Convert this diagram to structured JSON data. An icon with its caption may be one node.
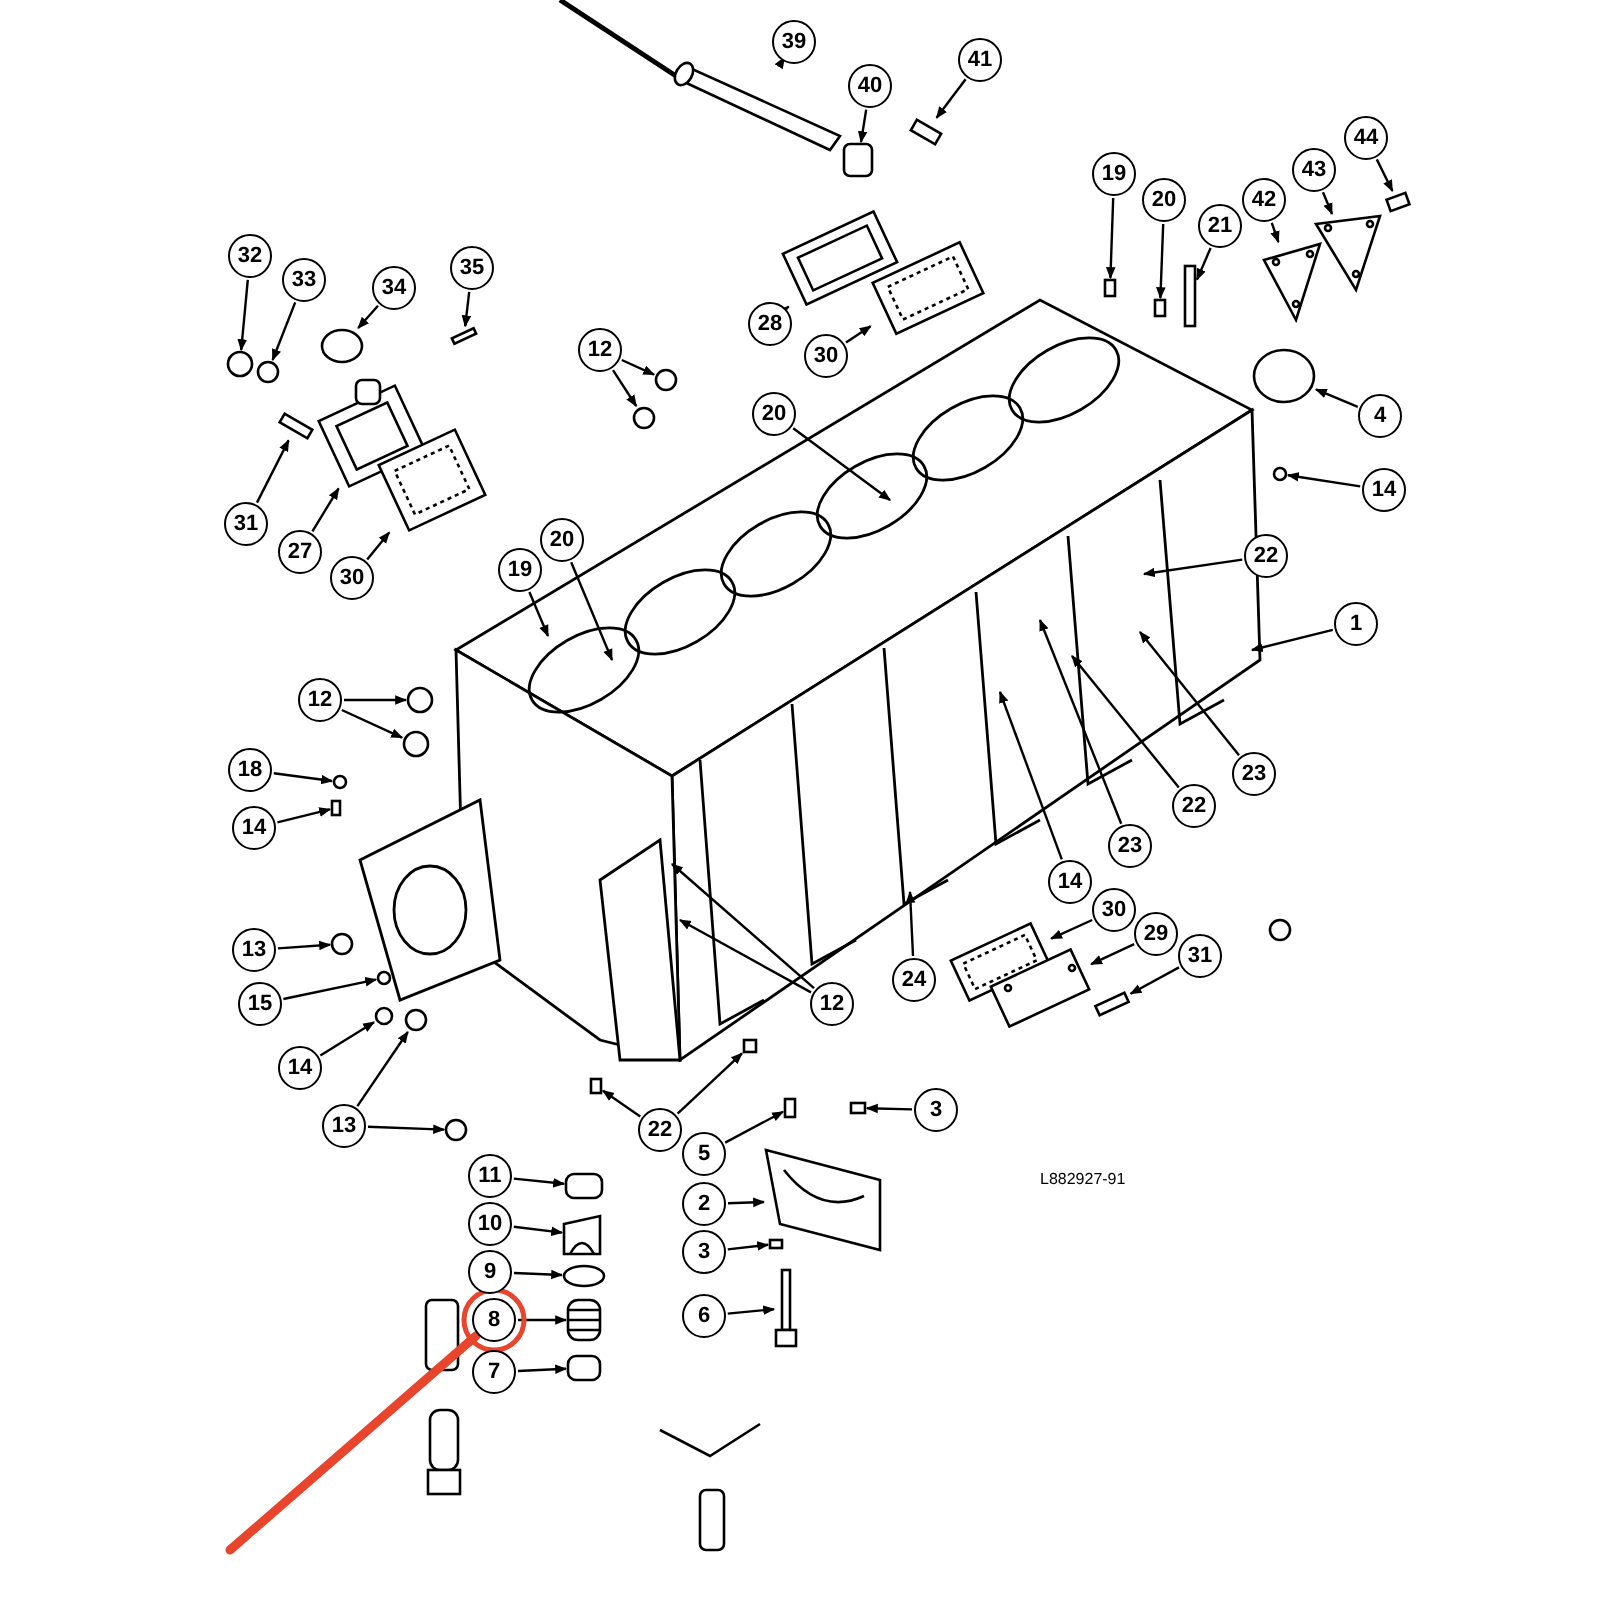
{
  "diagram": {
    "nodes": [
      {
        "text": [
          "39"
        ]
      },
      {
        "text": [
          "40"
        ]
      },
      {
        "text": [
          "41"
        ]
      },
      {
        "text": [
          "19"
        ]
      },
      {
        "text": [
          "20"
        ]
      },
      {
        "text": [
          "21"
        ]
      },
      {
        "text": [
          "42"
        ]
      },
      {
        "text": [
          "43"
        ]
      },
      {
        "text": [
          "44"
        ]
      },
      {
        "text": [
          "32"
        ]
      },
      {
        "text": [
          "33"
        ]
      },
      {
        "text": [
          "34"
        ]
      },
      {
        "text": [
          "35"
        ]
      },
      {
        "text": [
          "28"
        ]
      },
      {
        "text": [
          "30"
        ]
      },
      {
        "text": [
          "12"
        ]
      },
      {
        "text": [
          "4"
        ]
      },
      {
        "text": [
          "14"
        ]
      },
      {
        "text": [
          "20"
        ]
      },
      {
        "text": [
          "31"
        ]
      },
      {
        "text": [
          "27"
        ]
      },
      {
        "text": [
          "30"
        ]
      },
      {
        "text": [
          "22"
        ]
      },
      {
        "text": [
          "1"
        ]
      },
      {
        "text": [
          "19"
        ]
      },
      {
        "text": [
          "20"
        ]
      },
      {
        "text": [
          "12"
        ]
      },
      {
        "text": [
          "18"
        ]
      },
      {
        "text": [
          "14"
        ]
      },
      {
        "text": [
          "23"
        ]
      },
      {
        "text": [
          "22"
        ]
      },
      {
        "text": [
          "23"
        ]
      },
      {
        "text": [
          "14"
        ]
      },
      {
        "text": [
          "13"
        ]
      },
      {
        "text": [
          "30"
        ]
      },
      {
        "text": [
          "29"
        ]
      },
      {
        "text": [
          "31"
        ]
      },
      {
        "text": [
          "15"
        ]
      },
      {
        "text": [
          "24"
        ]
      },
      {
        "text": [
          "12"
        ]
      },
      {
        "text": [
          "14"
        ]
      },
      {
        "text": [
          "13"
        ]
      },
      {
        "text": [
          "22"
        ]
      },
      {
        "text": [
          "3"
        ]
      },
      {
        "text": [
          "5"
        ]
      },
      {
        "text": [
          "2"
        ]
      },
      {
        "text": [
          "11"
        ]
      },
      {
        "text": [
          "10"
        ]
      },
      {
        "text": [
          "3"
        ]
      },
      {
        "text": [
          "9"
        ]
      },
      {
        "text": [
          "6"
        ]
      },
      {
        "text": [
          "8"
        ]
      },
      {
        "text": [
          "7"
        ]
      },
      {
        "text": [],
        "shape": "picture"
      },
      {
        "text": [],
        "shape": "box"
      },
      {
        "text": [],
        "shape": "box"
      },
      {
        "text": [],
        "shape": "box"
      },
      {
        "text": [],
        "shape": "box"
      },
      {
        "text": [],
        "shape": "box"
      },
      {
        "text": [],
        "shape": "picture"
      },
      {
        "text": [],
        "shape": "picture"
      },
      {
        "text": [],
        "shape": "box"
      },
      {
        "text": [],
        "shape": "circle"
      },
      {
        "text": [],
        "shape": "circle"
      },
      {
        "text": [],
        "shape": "circle"
      },
      {
        "text": [],
        "shape": "box"
      },
      {
        "text": [],
        "shape": "picture"
      },
      {
        "text": [],
        "shape": "picture"
      },
      {
        "text": [],
        "shape": "circle"
      },
      {
        "text": [],
        "shape": "circle"
      },
      {
        "text": [],
        "shape": "circle"
      },
      {
        "text": [],
        "shape": "circle"
      },
      {
        "text": [],
        "shape": "box"
      },
      {
        "text": [],
        "shape": "picture"
      },
      {
        "text": [],
        "shape": "picture"
      },
      {
        "text": [],
        "shape": "circle"
      },
      {
        "text": [],
        "shape": "circle"
      },
      {
        "text": [],
        "shape": "circle"
      },
      {
        "text": [],
        "shape": "box"
      },
      {
        "text": [],
        "shape": "circle"
      },
      {
        "text": [],
        "shape": "picture"
      },
      {
        "text": [],
        "shape": "picture"
      },
      {
        "text": [],
        "shape": "box"
      },
      {
        "text": [],
        "shape": "circle"
      },
      {
        "text": [],
        "shape": "circle"
      },
      {
        "text": [],
        "shape": "circle"
      },
      {
        "text": [],
        "shape": "circle"
      },
      {
        "text": [],
        "shape": "box"
      },
      {
        "text": [],
        "shape": "box"
      },
      {
        "text": [],
        "shape": "box"
      },
      {
        "text": [],
        "shape": "box"
      },
      {
        "text": [],
        "shape": "picture"
      },
      {
        "text": [],
        "shape": "box"
      },
      {
        "text": [],
        "shape": "picture"
      },
      {
        "text": [],
        "shape": "box"
      },
      {
        "text": [],
        "shape": "circle"
      },
      {
        "text": [],
        "shape": "picture"
      },
      {
        "text": [],
        "shape": "picture"
      },
      {
        "text": [],
        "shape": "box"
      }
    ],
    "edges": [
      {
        "from": 0,
        "to": 53,
        "arrow": "to"
      },
      {
        "from": 1,
        "to": 54,
        "arrow": "to"
      },
      {
        "from": 2,
        "to": 55,
        "arrow": "to"
      },
      {
        "from": 3,
        "to": 56,
        "arrow": "to"
      },
      {
        "from": 4,
        "to": 57,
        "arrow": "to"
      },
      {
        "from": 5,
        "to": 58,
        "arrow": "to"
      },
      {
        "from": 6,
        "to": 59,
        "arrow": "to"
      },
      {
        "from": 7,
        "to": 60,
        "arrow": "to"
      },
      {
        "from": 8,
        "to": 61,
        "arrow": "to"
      },
      {
        "from": 9,
        "to": 62,
        "arrow": "to"
      },
      {
        "from": 10,
        "to": 63,
        "arrow": "to"
      },
      {
        "from": 11,
        "to": 64,
        "arrow": "to"
      },
      {
        "from": 12,
        "to": 65,
        "arrow": "to"
      },
      {
        "from": 13,
        "to": 66,
        "arrow": "to"
      },
      {
        "from": 14,
        "to": 67,
        "arrow": "to"
      },
      {
        "from": 15,
        "to": 68,
        "arrow": "to"
      },
      {
        "from": 15,
        "to": 69,
        "arrow": "to"
      },
      {
        "from": 16,
        "to": 70,
        "arrow": "to"
      },
      {
        "from": 17,
        "to": 71,
        "arrow": "to"
      },
      {
        "from": 18,
        "to": null,
        "arrow": "to"
      },
      {
        "from": 19,
        "to": 72,
        "arrow": "to"
      },
      {
        "from": 20,
        "to": 73,
        "arrow": "to"
      },
      {
        "from": 21,
        "to": 74,
        "arrow": "to"
      },
      {
        "from": 22,
        "to": null,
        "arrow": "to"
      },
      {
        "from": 23,
        "to": null,
        "arrow": "to"
      },
      {
        "from": 24,
        "to": null,
        "arrow": "to"
      },
      {
        "from": 25,
        "to": null,
        "arrow": "to"
      },
      {
        "from": 26,
        "to": 75,
        "arrow": "to"
      },
      {
        "from": 26,
        "to": 76,
        "arrow": "to"
      },
      {
        "from": 27,
        "to": 77,
        "arrow": "to"
      },
      {
        "from": 28,
        "to": 78,
        "arrow": "to"
      },
      {
        "from": 29,
        "to": null,
        "arrow": "to"
      },
      {
        "from": 30,
        "to": null,
        "arrow": "to"
      },
      {
        "from": 31,
        "to": null,
        "arrow": "to"
      },
      {
        "from": 32,
        "to": null,
        "arrow": "to"
      },
      {
        "from": 33,
        "to": 79,
        "arrow": "to"
      },
      {
        "from": 34,
        "to": 80,
        "arrow": "to"
      },
      {
        "from": 35,
        "to": 81,
        "arrow": "to"
      },
      {
        "from": 36,
        "to": 82,
        "arrow": "to"
      },
      {
        "from": 37,
        "to": 83,
        "arrow": "to"
      },
      {
        "from": 38,
        "to": null,
        "arrow": "to"
      },
      {
        "from": 39,
        "to": null,
        "arrow": "to"
      },
      {
        "from": 39,
        "to": null,
        "arrow": "to"
      },
      {
        "from": 40,
        "to": 84,
        "arrow": "to"
      },
      {
        "from": 41,
        "to": 85,
        "arrow": "to"
      },
      {
        "from": 41,
        "to": 86,
        "arrow": "to"
      },
      {
        "from": 42,
        "to": 87,
        "arrow": "to"
      },
      {
        "from": 42,
        "to": 88,
        "arrow": "to"
      },
      {
        "from": 43,
        "to": 89,
        "arrow": "to"
      },
      {
        "from": 44,
        "to": 90,
        "arrow": "to"
      },
      {
        "from": 45,
        "to": 91,
        "arrow": "to"
      },
      {
        "from": 46,
        "to": 92,
        "arrow": "to"
      },
      {
        "from": 47,
        "to": 93,
        "arrow": "to"
      },
      {
        "from": 48,
        "to": 94,
        "arrow": "to"
      },
      {
        "from": 49,
        "to": 95,
        "arrow": "to"
      },
      {
        "from": 50,
        "to": 96,
        "arrow": "to"
      },
      {
        "from": 51,
        "to": 97,
        "arrow": "to"
      },
      {
        "from": 52,
        "to": 98,
        "arrow": "to"
      },
      {
        "from": null,
        "to": 51,
        "arrow": "to",
        "style": "thick",
        "color": "#e8452c"
      }
    ],
    "labels": [
      "L882927-91"
    ]
  }
}
